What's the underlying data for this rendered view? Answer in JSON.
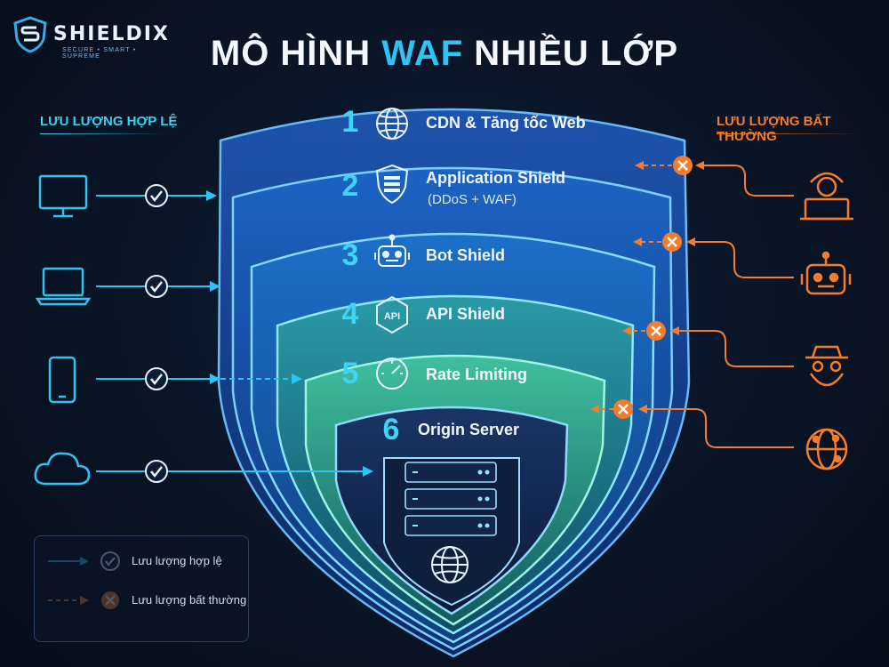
{
  "brand": {
    "name": "SHIELDIX",
    "tagline": "SECURE • SMART • SUPREME"
  },
  "title": {
    "prefix": "MÔ HÌNH ",
    "highlight": "WAF",
    "suffix": " NHIỀU LỚP"
  },
  "left_heading": "LƯU LƯỢNG HỢP LỆ",
  "right_heading": "LƯU LƯỢNG BẤT THƯỜNG",
  "layers": [
    {
      "num": "1",
      "label": "CDN & Tăng tốc Web",
      "sub": "",
      "icon": "globe-icon"
    },
    {
      "num": "2",
      "label": "Application Shield",
      "sub": "(DDoS + WAF)",
      "icon": "firewall-shield-icon"
    },
    {
      "num": "3",
      "label": "Bot Shield",
      "sub": "",
      "icon": "robot-icon"
    },
    {
      "num": "4",
      "label": "API Shield",
      "sub": "",
      "icon": "api-hexagon-icon",
      "icon_text": "API"
    },
    {
      "num": "5",
      "label": "Rate Limiting",
      "sub": "",
      "icon": "gauge-icon"
    },
    {
      "num": "6",
      "label": "Origin Server",
      "sub": "",
      "icon": "server-icon"
    }
  ],
  "legit_sources": [
    "desktop-icon",
    "laptop-icon",
    "smartphone-icon",
    "cloud-icon"
  ],
  "threat_sources": [
    "hacker-icon",
    "bot-icon",
    "spy-icon",
    "botnet-globe-icon"
  ],
  "legend": {
    "legit": "Lưu lượng hợp lệ",
    "bad": "Lưu lượng bất thường"
  },
  "colors": {
    "accent_cyan": "#2ec3f5",
    "threat_orange": "#f47c2c",
    "check": "#e8f4ff",
    "background": "#0a1628"
  }
}
